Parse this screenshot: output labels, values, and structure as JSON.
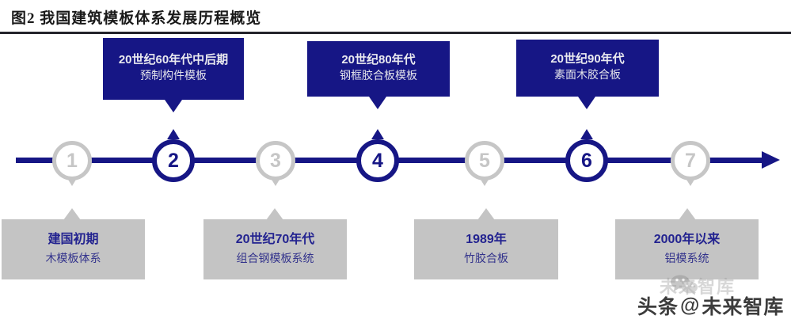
{
  "figure": {
    "title": "图2  我国建筑模板体系发展历程概览"
  },
  "colors": {
    "brand_blue": "#161685",
    "gray_box": "#c4c4c4",
    "gray_circle": "#c6c6c6",
    "text_blue": "#232390"
  },
  "timeline": {
    "nodes": [
      {
        "number": "1",
        "state": "inactive"
      },
      {
        "number": "2",
        "state": "active"
      },
      {
        "number": "3",
        "state": "inactive"
      },
      {
        "number": "4",
        "state": "active"
      },
      {
        "number": "5",
        "state": "inactive"
      },
      {
        "number": "6",
        "state": "active"
      },
      {
        "number": "7",
        "state": "inactive"
      }
    ],
    "arrow_direction": "right"
  },
  "upper_boxes": [
    {
      "node": "2",
      "title": "20世纪60年代中后期",
      "subtitle": "预制构件模板"
    },
    {
      "node": "4",
      "title": "20世纪80年代",
      "subtitle": "钢框胶合板模板"
    },
    {
      "node": "6",
      "title": "20世纪90年代",
      "subtitle": "素面木胶合板"
    }
  ],
  "lower_boxes": [
    {
      "node": "1",
      "title": "建国初期",
      "subtitle": "木模板体系"
    },
    {
      "node": "3",
      "title": "20世纪70年代",
      "subtitle": "组合钢模板系统"
    },
    {
      "node": "5",
      "title": "1989年",
      "subtitle": "竹胶合板"
    },
    {
      "node": "7",
      "title": "2000年以来",
      "subtitle": "铝模系统"
    }
  ],
  "watermark": {
    "ghost_text": "未来智库",
    "platform": "头条",
    "at": "@",
    "account": "未来智库",
    "icon": "wechat-icon"
  }
}
